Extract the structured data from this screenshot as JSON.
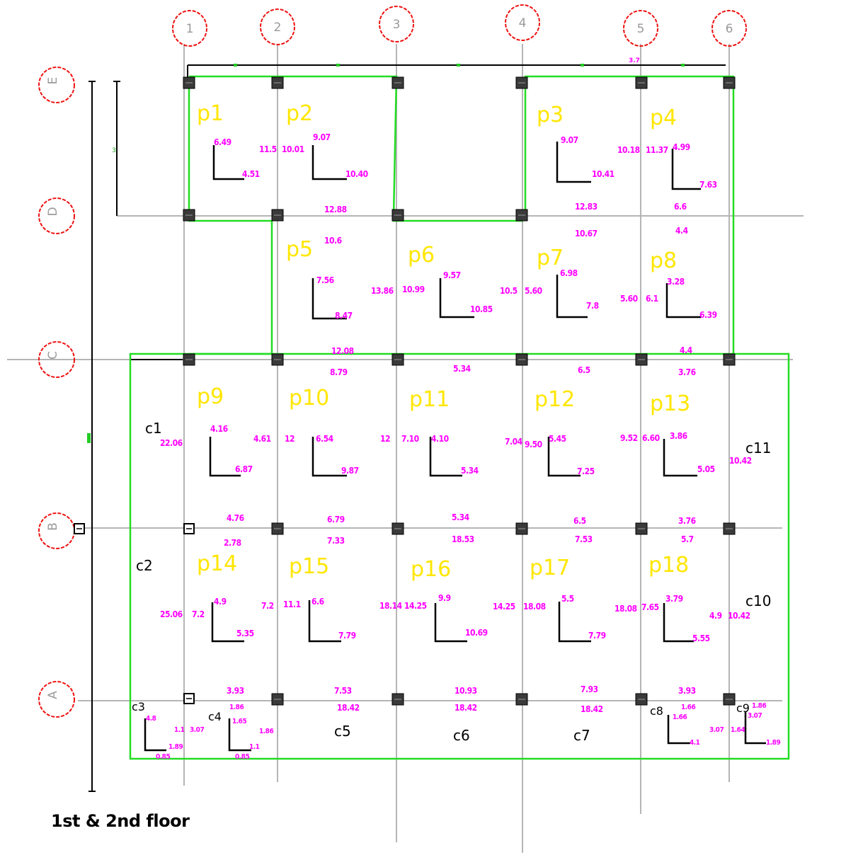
{
  "title": "1st & 2nd floor",
  "top_dim": "3.7",
  "axes": {
    "columns": [
      "1",
      "2",
      "3",
      "4",
      "5",
      "6"
    ],
    "rows": [
      "E",
      "D",
      "C",
      "B",
      "A"
    ]
  },
  "panels": [
    {
      "label": "p1",
      "m": [
        "6.49",
        "4.51"
      ]
    },
    {
      "label": "p2",
      "m": [
        "11.5",
        "10.01",
        "9.07",
        "10.40"
      ]
    },
    {
      "label": "p3",
      "m": [
        "9.07",
        "10.41"
      ]
    },
    {
      "label": "p4",
      "m": [
        "10.18",
        "11.37",
        "4.99",
        "7.63"
      ]
    },
    {
      "label": "p5",
      "m": [
        "7.56",
        "8.47",
        "10.6"
      ]
    },
    {
      "label": "p6",
      "m": [
        "13.86",
        "10.99",
        "9.57",
        "10.85"
      ]
    },
    {
      "label": "p7",
      "m": [
        "10.5",
        "5.60",
        "6.98",
        "7.8"
      ]
    },
    {
      "label": "p8",
      "m": [
        "5.60",
        "6.1",
        "3.28",
        "6.39"
      ]
    },
    {
      "label": "p9",
      "m": [
        "4.16",
        "6.87",
        "22.06",
        "4.61"
      ]
    },
    {
      "label": "p10",
      "m": [
        "12",
        "6.54",
        "9.87"
      ]
    },
    {
      "label": "p11",
      "m": [
        "12",
        "7.10",
        "4.10",
        "5.34"
      ]
    },
    {
      "label": "p12",
      "m": [
        "7.04",
        "9.50",
        "5.45",
        "7.25"
      ]
    },
    {
      "label": "p13",
      "m": [
        "9.52",
        "6.60",
        "3.86",
        "5.05",
        "10.42"
      ]
    },
    {
      "label": "p14",
      "m": [
        "25.06",
        "7.2",
        "4.9",
        "5.35"
      ]
    },
    {
      "label": "p15",
      "m": [
        "7.2",
        "11.1",
        "6.6",
        "7.79"
      ]
    },
    {
      "label": "p16",
      "m": [
        "18.14",
        "14.25",
        "9.9",
        "10.69"
      ]
    },
    {
      "label": "p17",
      "m": [
        "14.25",
        "18.08",
        "5.5",
        "7.79"
      ]
    },
    {
      "label": "p18",
      "m": [
        "18.08",
        "7.65",
        "3.79",
        "5.55",
        "4.9",
        "10.42"
      ]
    }
  ],
  "edge_moments": [
    "12.88",
    "12.83",
    "6.6",
    "10.67",
    "4.4",
    "10.6",
    "12.08",
    "4.4",
    "8.79",
    "5.34",
    "6.5",
    "3.76",
    "4.76",
    "2.78",
    "6.79",
    "7.33",
    "5.34",
    "18.53",
    "6.5",
    "7.53",
    "3.76",
    "5.7",
    "3.93",
    "7.53",
    "18.42",
    "10.93",
    "18.42",
    "7.93",
    "18.42",
    "3.93"
  ],
  "cantilevers": [
    "c1",
    "c2",
    "c3",
    "c4",
    "c5",
    "c6",
    "c7",
    "c8",
    "c9",
    "c10",
    "c11"
  ],
  "colors": {
    "grid": "#b5b5b5",
    "slab_outline": "#22dd22",
    "moment_text": "#ff00ff",
    "panel_label": "#ffe600",
    "axis_bubble": "#ee1111",
    "column": "#3a3a3a"
  }
}
